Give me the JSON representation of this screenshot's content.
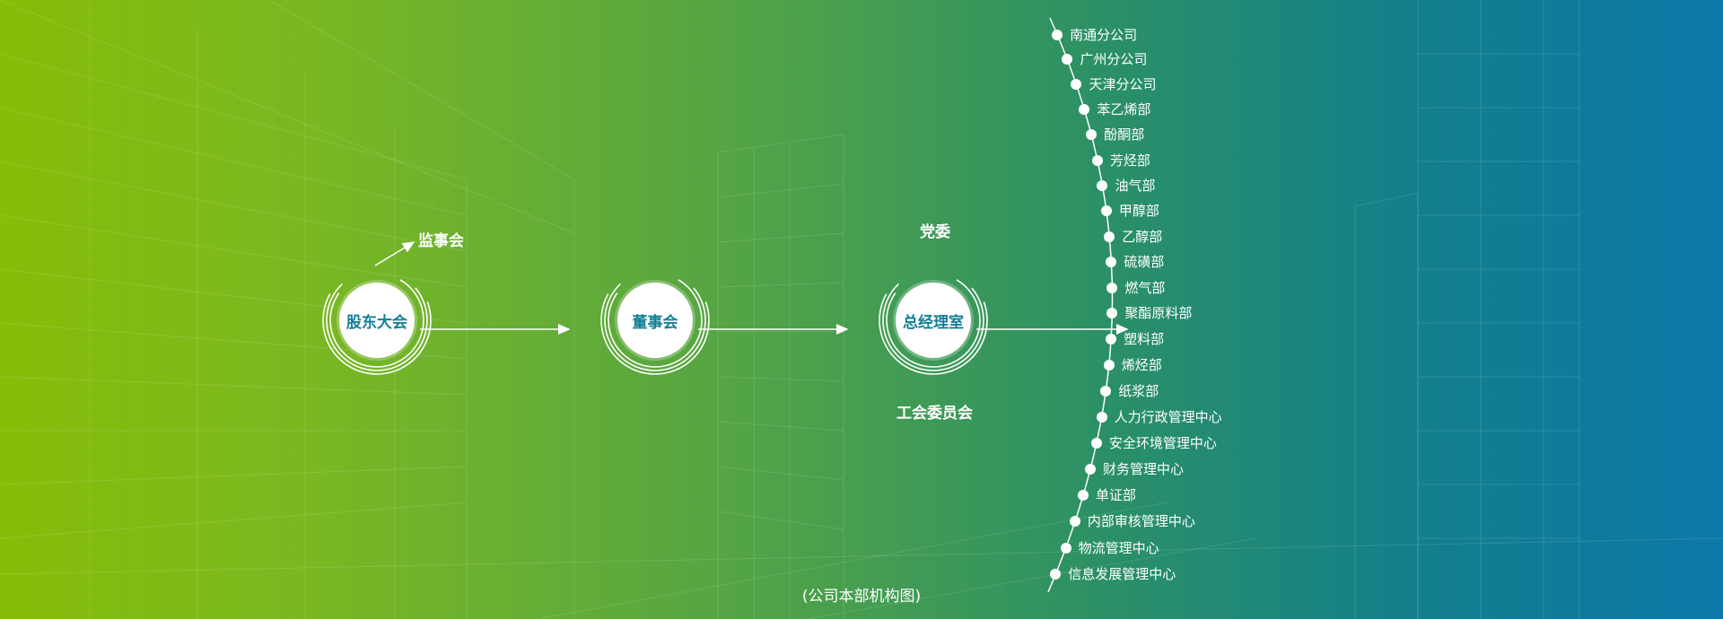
{
  "diagram": {
    "nodes": {
      "shareholders": "股东大会",
      "board": "董事会",
      "gm_office": "总经理室"
    },
    "side_labels": {
      "supervisors": "监事会",
      "party_committee": "党委",
      "union": "工会委员会"
    },
    "departments": [
      "南通分公司",
      "广州分公司",
      "天津分公司",
      "苯乙烯部",
      "酚酮部",
      "芳烃部",
      "油气部",
      "甲醇部",
      "乙醇部",
      "硫磺部",
      "燃气部",
      "聚酯原料部",
      "塑料部",
      "烯烃部",
      "纸浆部",
      "人力行政管理中心",
      "安全环境管理中心",
      "财务管理中心",
      "单证部",
      "内部审核管理中心",
      "物流管理中心",
      "信息发展管理中心"
    ],
    "caption": "(公司本部机构图)"
  }
}
